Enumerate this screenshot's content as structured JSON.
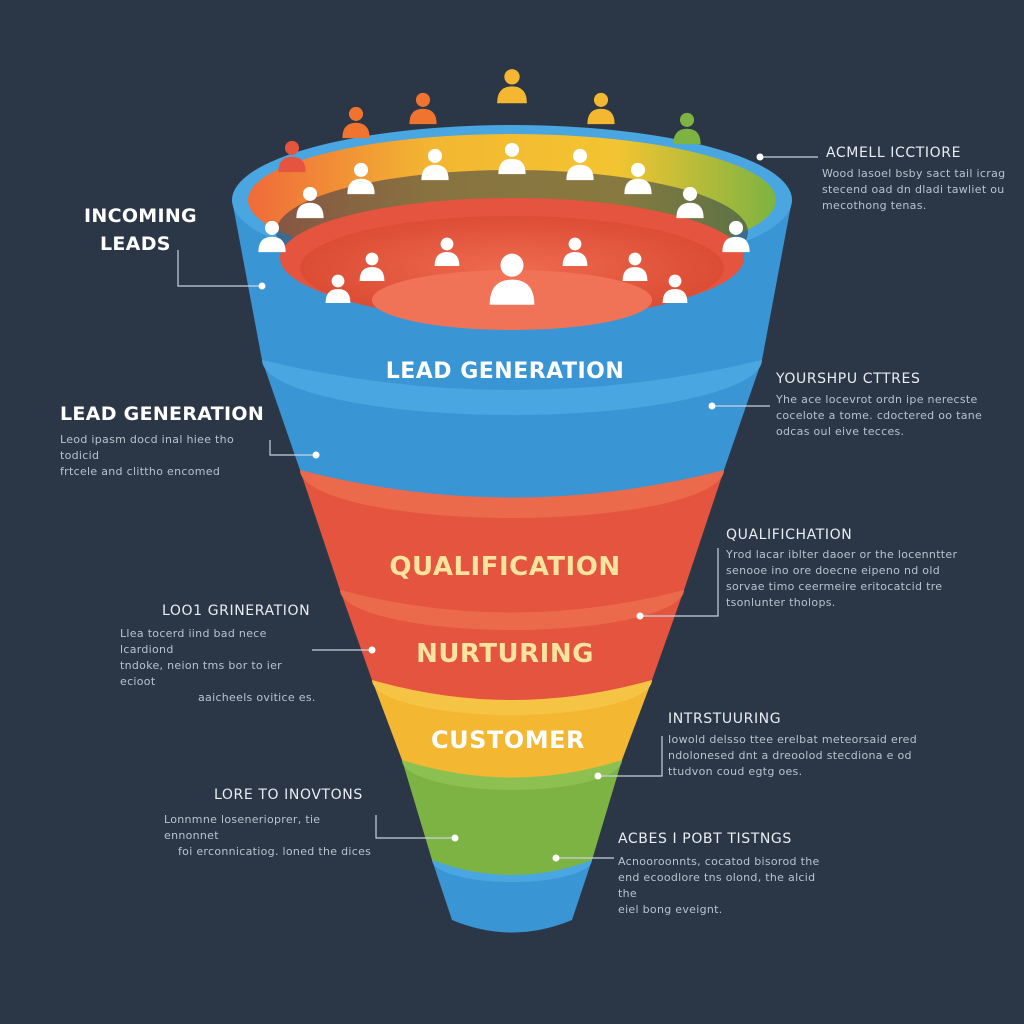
{
  "colors": {
    "background": "#2b3746",
    "blue": "#3a95d4",
    "red": "#e4543f",
    "yellow": "#f3b731",
    "green": "#7cb342",
    "orange": "#f0742f"
  },
  "funnel": {
    "stages": [
      {
        "label": "LEAD GENERATION",
        "color": "blue"
      },
      {
        "label": "QUALIFICATION",
        "color": "red"
      },
      {
        "label": "NURTURING",
        "color": "red"
      },
      {
        "label": "CUSTOMER",
        "color": "yellow"
      }
    ]
  },
  "left_annotations": [
    {
      "title_lines": [
        "INCOMING",
        "LEADS"
      ],
      "body_lines": []
    },
    {
      "title_lines": [
        "LEAD GENERATION"
      ],
      "body_lines": [
        "Leod ipasm docd inal hiee tho todicid",
        "frtcele and clittho encomed"
      ]
    },
    {
      "title_lines": [
        "LOO1 GRINERATION"
      ],
      "body_lines": [
        "Llea tocerd iind bad nece lcardiond",
        "tndoke, neion tms bor to ier ecioot",
        "aaicheels ovitice es."
      ]
    },
    {
      "title_lines": [
        "LORE TO INOVTONS"
      ],
      "body_lines": [
        "Lonnmne losenerioprer, tie ennonnet",
        "foi erconnicatiog. loned the dices"
      ]
    }
  ],
  "right_annotations": [
    {
      "title_lines": [
        "ACMELL ICCTIORE"
      ],
      "body_lines": [
        "Wood lasoel bsby sact tail icrag",
        "stecend oad dn dladi tawliet ou",
        "mecothong tenas."
      ]
    },
    {
      "title_lines": [
        "YOURSHPU CTTRES"
      ],
      "body_lines": [
        "Yhe ace locevrot ordn ipe nerecste",
        "cocelote a tome. cdoctered oo tane",
        "odcas oul eive tecces."
      ]
    },
    {
      "title_lines": [
        "QUALIFICHATION"
      ],
      "body_lines": [
        "Yrod lacar iblter daoer or the locenntter",
        "senooe ino ore doecne eipeno nd old",
        "sorvae timo ceermeire eritocatcid tre",
        "tsonlunter tholops."
      ]
    },
    {
      "title_lines": [
        "INTRSTUURING"
      ],
      "body_lines": [
        "Iowold delsso ttee erelbat meteorsaid ered",
        "ndolonesed dnt a dreoolod stecdiona e od",
        "ttudvon coud egtg oes."
      ]
    },
    {
      "title_lines": [
        "ACBES I POBT TISTNGS"
      ],
      "body_lines": [
        "Acnooroonnts, cocatod bisorod the",
        "end ecoodlore tns olond, the alcid the",
        "eiel bong eveignt."
      ]
    }
  ]
}
